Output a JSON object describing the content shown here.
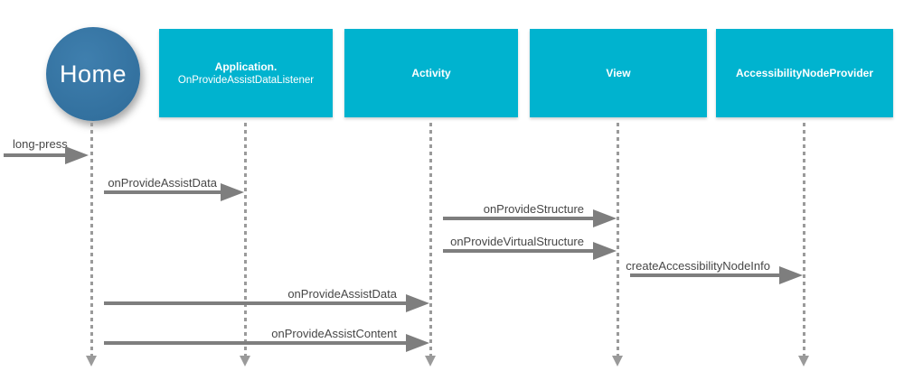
{
  "actors": [
    {
      "label": "Home"
    },
    {
      "label_primary": "Application.",
      "label_secondary": "OnProvideAssistDataListener"
    },
    {
      "label": "Activity"
    },
    {
      "label": "View"
    },
    {
      "label": "AccessibilityNodeProvider"
    }
  ],
  "messages": [
    {
      "label": "long-press",
      "from": "external",
      "to": "home"
    },
    {
      "label": "onProvideAssistData",
      "from": "home",
      "to": "application"
    },
    {
      "label": "onProvideStructure",
      "from": "activity",
      "to": "view"
    },
    {
      "label": "onProvideVirtualStructure",
      "from": "activity",
      "to": "view"
    },
    {
      "label": "createAccessibilityNodeInfo",
      "from": "view",
      "to": "accessibilitynodeprovider"
    },
    {
      "label": "onProvideAssistData",
      "from": "home",
      "to": "activity"
    },
    {
      "label": "onProvideAssistContent",
      "from": "home",
      "to": "activity"
    }
  ],
  "colors": {
    "actor_box": "#00b3cf",
    "home_circle": "#33719f",
    "arrow": "#7e7e7e",
    "lifeline": "#9a9a9a",
    "message_text": "#474747",
    "actor_text": "#ffffff",
    "background": "#ffffff"
  }
}
